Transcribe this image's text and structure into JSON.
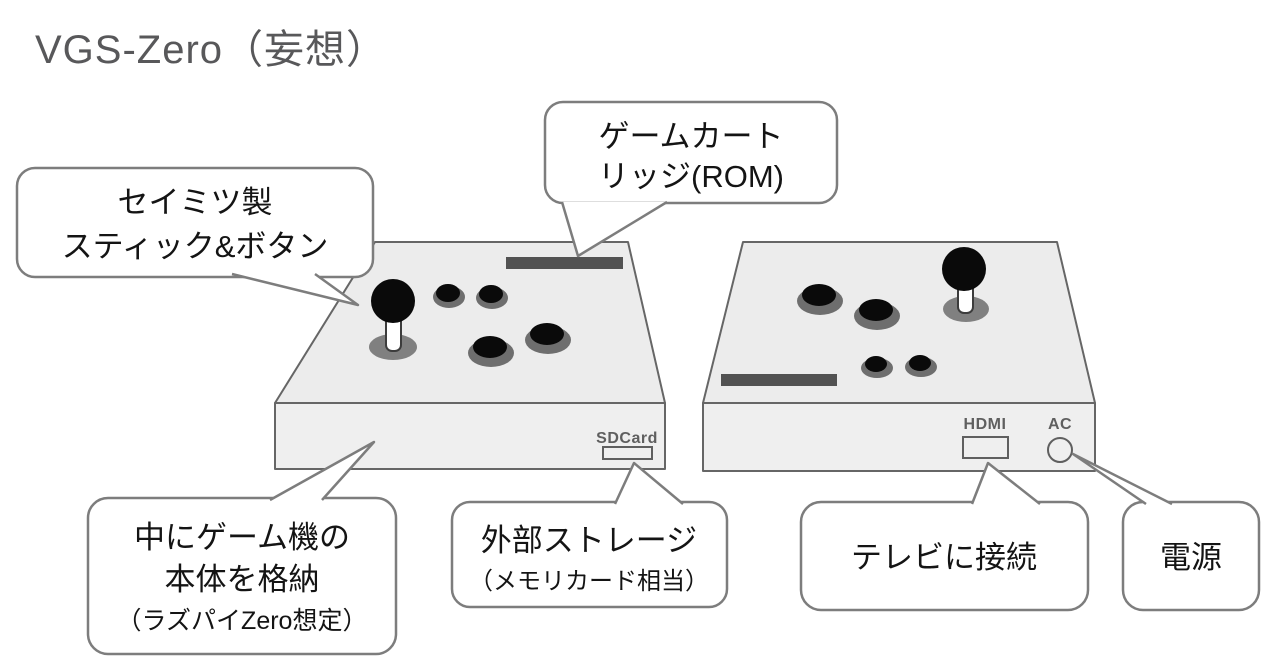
{
  "title": "VGS-Zero（妄想）",
  "callouts": {
    "cartridge": {
      "lines": [
        "ゲームカート",
        "リッジ(ROM)"
      ]
    },
    "stick": {
      "lines": [
        "セイミツ製",
        "スティック&ボタン"
      ]
    },
    "housing": {
      "lines": [
        "中にゲーム機の",
        "本体を格納",
        "（ラズパイZero想定）"
      ]
    },
    "storage": {
      "lines": [
        "外部ストレージ",
        "（メモリカード相当）"
      ]
    },
    "tv": {
      "lines": [
        "テレビに接続"
      ]
    },
    "power": {
      "lines": [
        "電源"
      ]
    }
  },
  "ports": {
    "sdcard_label": "SDCard",
    "hdmi_label": "HDMI",
    "ac_label": "AC"
  },
  "colors": {
    "background": "#ffffff",
    "title_text": "#58585a",
    "outline": "#666666",
    "box_top_fill": "#ececec",
    "box_front_fill": "#efefef",
    "slot_fill": "#525252",
    "button_ring": "#6e6e6e",
    "button_core": "#0a0a0a",
    "stick_base": "#808080",
    "stick_ball": "#0a0a0a",
    "stick_shaft_fill": "#ffffff",
    "bubble_fill": "#ffffff",
    "bubble_stroke": "#7d7d7d",
    "bubble_text": "#141414",
    "port_outline": "#5f5f5f",
    "port_label": "#5f5f5f"
  }
}
